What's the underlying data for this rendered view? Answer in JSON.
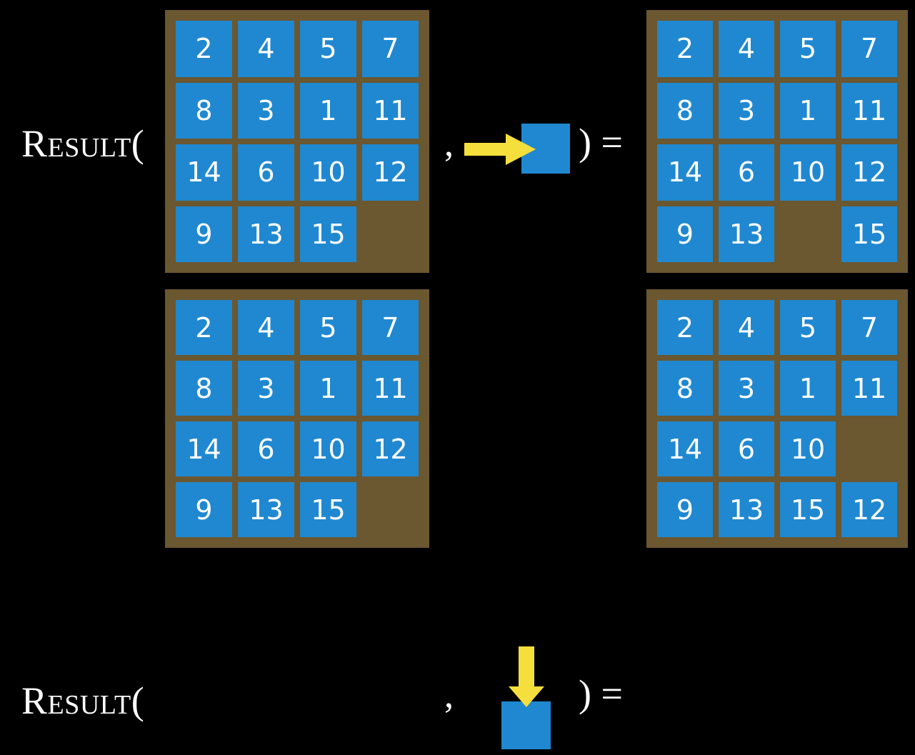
{
  "background_color": "#000000",
  "palette": {
    "tile_blue": "#2088d0",
    "board_brown": "#6b5730",
    "arrow_yellow": "#f5df3c",
    "text_white": "#ffffff"
  },
  "rows": [
    {
      "id": "row-1",
      "label": "Result(",
      "separator_comma": ",",
      "close_equals": ") =",
      "move": {
        "direction": "right",
        "arrow_icon": "arrow-right-icon",
        "arrow_color": "#f5df3c",
        "tile_color": "#2088d0"
      },
      "board_before": {
        "rows": 4,
        "cols": 4,
        "cells": [
          [
            "2",
            "4",
            "5",
            "7"
          ],
          [
            "8",
            "3",
            "1",
            "11"
          ],
          [
            "14",
            "6",
            "10",
            "12"
          ],
          [
            "9",
            "13",
            "15",
            ""
          ]
        ]
      },
      "board_after": {
        "rows": 4,
        "cols": 4,
        "cells": [
          [
            "2",
            "4",
            "5",
            "7"
          ],
          [
            "8",
            "3",
            "1",
            "11"
          ],
          [
            "14",
            "6",
            "10",
            "12"
          ],
          [
            "9",
            "13",
            "",
            "15"
          ]
        ]
      }
    },
    {
      "id": "row-2",
      "label": "Result(",
      "separator_comma": ",",
      "close_equals": ") =",
      "move": {
        "direction": "down",
        "arrow_icon": "arrow-down-icon",
        "arrow_color": "#f5df3c",
        "tile_color": "#2088d0"
      },
      "board_before": {
        "rows": 4,
        "cols": 4,
        "cells": [
          [
            "2",
            "4",
            "5",
            "7"
          ],
          [
            "8",
            "3",
            "1",
            "11"
          ],
          [
            "14",
            "6",
            "10",
            "12"
          ],
          [
            "9",
            "13",
            "15",
            ""
          ]
        ]
      },
      "board_after": {
        "rows": 4,
        "cols": 4,
        "cells": [
          [
            "2",
            "4",
            "5",
            "7"
          ],
          [
            "8",
            "3",
            "1",
            "11"
          ],
          [
            "14",
            "6",
            "10",
            ""
          ],
          [
            "9",
            "13",
            "15",
            "12"
          ]
        ]
      }
    }
  ]
}
